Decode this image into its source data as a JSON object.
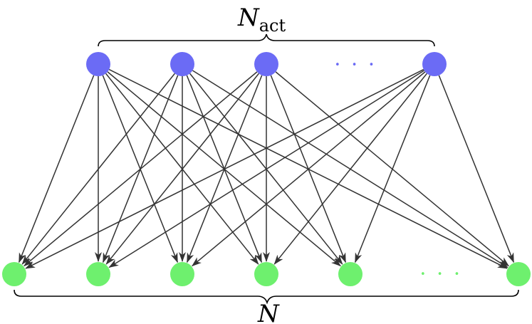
{
  "title_label": {
    "main": "N",
    "subscript": "act"
  },
  "bottom_label": "N",
  "colors": {
    "top_node": "#6b6bf5",
    "bottom_node": "#6ef06e",
    "edge": "#333333",
    "brace": "#000000"
  },
  "top_layer": {
    "node_count_shown": 4,
    "has_ellipsis": true,
    "ellipsis": "• • •"
  },
  "bottom_layer": {
    "node_count_shown": 6,
    "has_ellipsis": true,
    "ellipsis": "• • •"
  },
  "connections": "every top node connects to every bottom node with a directed arrow"
}
